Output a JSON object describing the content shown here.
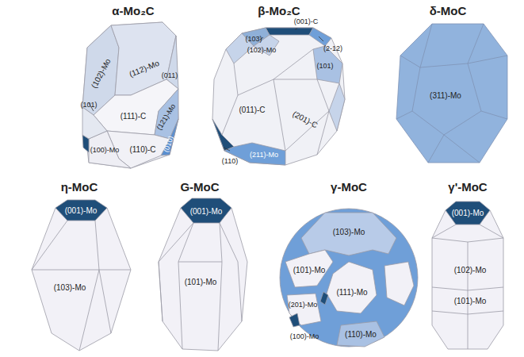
{
  "diagram": {
    "labels": [
      "α-Mo₂C",
      "(102)-Mo",
      "(112)-Mo",
      "(011)",
      "(101)",
      "(111)-C",
      "(121)-Mo",
      "(100)-Mo",
      "(110)-C",
      "(010)",
      "β-Mo₂C",
      "(001)-C",
      "(103)",
      "(2-12)",
      "(102)-Mo",
      "(101)",
      "(011)-C",
      "(201)-C",
      "(110)",
      "(211)-Mo",
      "δ-MoC",
      "(311)-Mo",
      "η-MoC",
      "(001)-Mo",
      "(103)-Mo",
      "G-MoC",
      "(001)-Mo",
      "(101)-Mo",
      "γ-MoC",
      "(103)-Mo",
      "(101)-Mo",
      "(201)-Mo",
      "(111)-Mo",
      "(100)-Mo",
      "(110)-Mo",
      "γ'-MoC",
      "(001)-Mo",
      "(102)-Mo",
      "(101)-Mo"
    ]
  }
}
